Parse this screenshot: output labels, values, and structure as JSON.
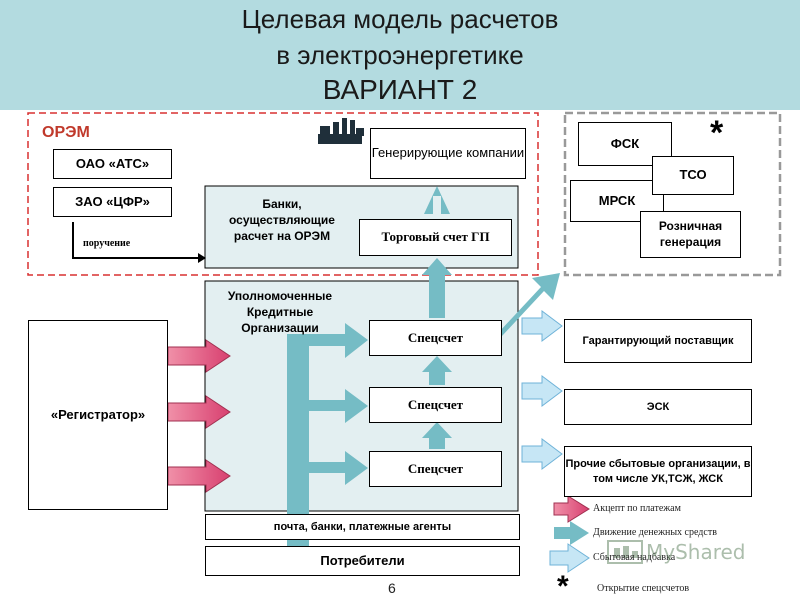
{
  "title": {
    "line1": "Целевая модель расчетов",
    "line2": "в электроэнергетике",
    "line3": "ВАРИАНТ 2"
  },
  "orem": {
    "label": "ОРЭМ",
    "ats": "ОАО «АТС»",
    "cfr": "ЗАО «ЦФР»",
    "instruction": "поручение",
    "generating": "Генерирующие компании",
    "banks": "Банки, осуществляющие расчет на ОРЭМ",
    "trade_account": "Торговый счет ГП"
  },
  "retail": {
    "asterisk": "*",
    "fsk": "ФСК",
    "tso": "ТСО",
    "mrsk": "МРСК",
    "retail_gen": "Розничная генерация"
  },
  "center": {
    "authorized": "Уполномоченные Кредитные Организации",
    "special_account": "Спецсчет",
    "registrar": "«Регистратор»",
    "post": "почта, банки, платежные агенты",
    "consumers": "Потребители"
  },
  "right": {
    "guaranteeing": "Гарантирующий поставщик",
    "esk": "ЭСК",
    "other": "Прочие сбытовые организации, в том числе УК,ТСЖ, ЖСК"
  },
  "legend": {
    "acceptance": "Акцепт по платежам",
    "money_flow": "Движение денежных средств",
    "sales_markup": "Сбытовая надбавка",
    "asterisk": "*",
    "opening": "Открытие спецсчетов"
  },
  "page_number": "6",
  "colors": {
    "header_bg": "#b3dbe0",
    "money_arrow": "#75bcc5",
    "accept_arrow": "#e46a8c",
    "sales_arrow": "#c6e6f5",
    "bank_area": "#e3eff1",
    "orem_border": "#d83030",
    "retail_border": "#999999"
  },
  "watermark": "MyShared"
}
